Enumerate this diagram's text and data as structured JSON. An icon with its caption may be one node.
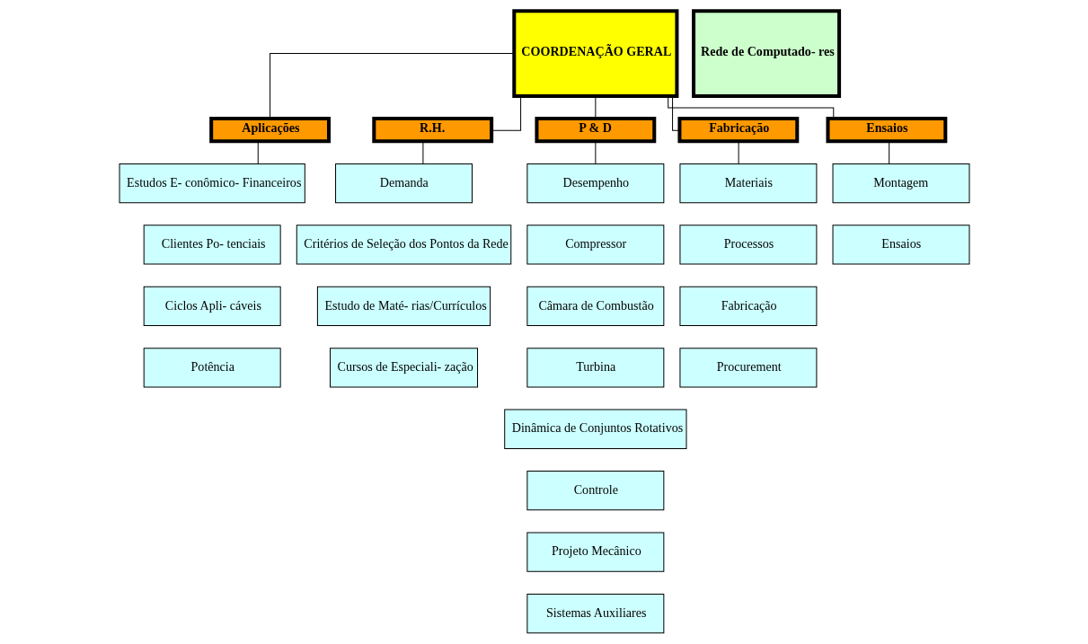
{
  "diagram": {
    "nodes": [
      {
        "text": [
          "COORDENAÇÃO GERAL"
        ]
      },
      {
        "text": [
          "Rede de Computado- res"
        ]
      },
      {
        "text": [
          "Aplicações"
        ]
      },
      {
        "text": [
          "R.H."
        ]
      },
      {
        "text": [
          "P & D"
        ]
      },
      {
        "text": [
          "Fabricação"
        ]
      },
      {
        "text": [
          "Ensaios"
        ]
      },
      {
        "text": [
          "Estudos E- conômico- Financeiros"
        ]
      },
      {
        "text": [
          "Clientes Po- tenciais"
        ]
      },
      {
        "text": [
          "Ciclos Apli- cáveis"
        ]
      },
      {
        "text": [
          "Potência"
        ]
      },
      {
        "text": [
          "Demanda"
        ]
      },
      {
        "text": [
          "Critérios de Seleção dos Pontos da Rede"
        ]
      },
      {
        "text": [
          "Estudo de Maté- rias/Currículos"
        ]
      },
      {
        "text": [
          "Cursos de Especiali- zação"
        ]
      },
      {
        "text": [
          "Desempenho"
        ]
      },
      {
        "text": [
          "Compressor"
        ]
      },
      {
        "text": [
          "Câmara de Combustão"
        ]
      },
      {
        "text": [
          "Turbina"
        ]
      },
      {
        "text": [
          "Dinâmica de Conjuntos Rotativos"
        ]
      },
      {
        "text": [
          "Controle"
        ]
      },
      {
        "text": [
          "Projeto Mecânico"
        ]
      },
      {
        "text": [
          "Sistemas Auxiliares"
        ]
      },
      {
        "text": [
          "Materiais"
        ]
      },
      {
        "text": [
          "Processos"
        ]
      },
      {
        "text": [
          "Fabricação"
        ]
      },
      {
        "text": [
          "Procurement"
        ]
      },
      {
        "text": [
          "Montagem"
        ]
      },
      {
        "text": [
          "Ensaios"
        ]
      }
    ],
    "edges": [
      {
        "from": 0,
        "to": 2,
        "arrow": "none"
      },
      {
        "from": 0,
        "to": 3,
        "arrow": "none"
      },
      {
        "from": 0,
        "to": 4,
        "arrow": "none"
      },
      {
        "from": 0,
        "to": 5,
        "arrow": "none"
      },
      {
        "from": 0,
        "to": 6,
        "arrow": "none"
      },
      {
        "from": 2,
        "to": 7,
        "arrow": "none"
      },
      {
        "from": 3,
        "to": 11,
        "arrow": "none"
      },
      {
        "from": 4,
        "to": 15,
        "arrow": "none"
      },
      {
        "from": 5,
        "to": 23,
        "arrow": "none"
      },
      {
        "from": 6,
        "to": 27,
        "arrow": "none"
      }
    ]
  }
}
